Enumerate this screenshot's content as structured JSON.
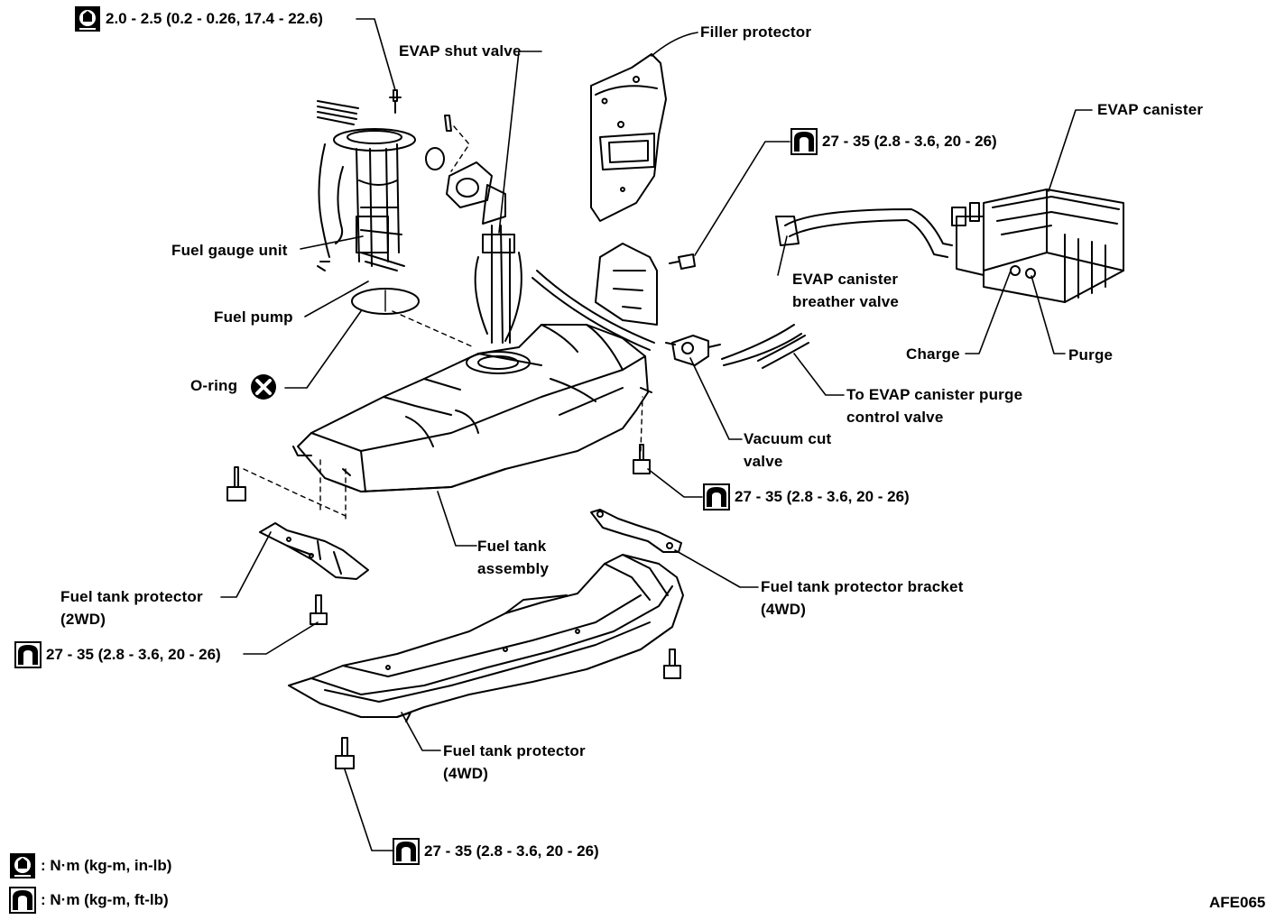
{
  "torque_specs": {
    "pump_screw": "2.0 - 2.5 (0.2 - 0.26, 17.4 - 22.6)",
    "canister_bracket": "27 - 35 (2.8 - 3.6, 20 - 26)",
    "tank_bolt": "27 - 35 (2.8 - 3.6, 20 - 26)",
    "protector_2wd": "27 - 35 (2.8 - 3.6, 20 - 26)",
    "protector_4wd": "27 - 35 (2.8 - 3.6, 20 - 26)"
  },
  "labels": {
    "evap_shut_valve": "EVAP shut valve",
    "filler_protector": "Filler protector",
    "evap_canister": "EVAP canister",
    "fuel_gauge_unit": "Fuel gauge unit",
    "fuel_pump": "Fuel pump",
    "o_ring": "O-ring",
    "evap_breather_1": "EVAP canister",
    "evap_breather_2": "breather valve",
    "charge": "Charge",
    "purge": "Purge",
    "to_evap_1": "To EVAP canister purge",
    "to_evap_2": "control valve",
    "vacuum_cut_1": "Vacuum cut",
    "vacuum_cut_2": "valve",
    "fuel_tank_assembly_1": "Fuel tank",
    "fuel_tank_assembly_2": "assembly",
    "protector_bracket_1": "Fuel tank protector bracket",
    "protector_bracket_2": "(4WD)",
    "protector_2wd_1": "Fuel tank protector",
    "protector_2wd_2": "(2WD)",
    "protector_4wd_1": "Fuel tank protector",
    "protector_4wd_2": "(4WD)"
  },
  "legend": {
    "inlb": ": N·m (kg-m, in-lb)",
    "ftlb": ": N·m (kg-m, ft-lb)"
  },
  "figure_code": "AFE065",
  "icons": {
    "torque_inlb": "torque-wrench-inlb-icon",
    "torque_ftlb": "torque-wrench-ftlb-icon",
    "do_not_reuse": "do-not-reuse-icon"
  }
}
